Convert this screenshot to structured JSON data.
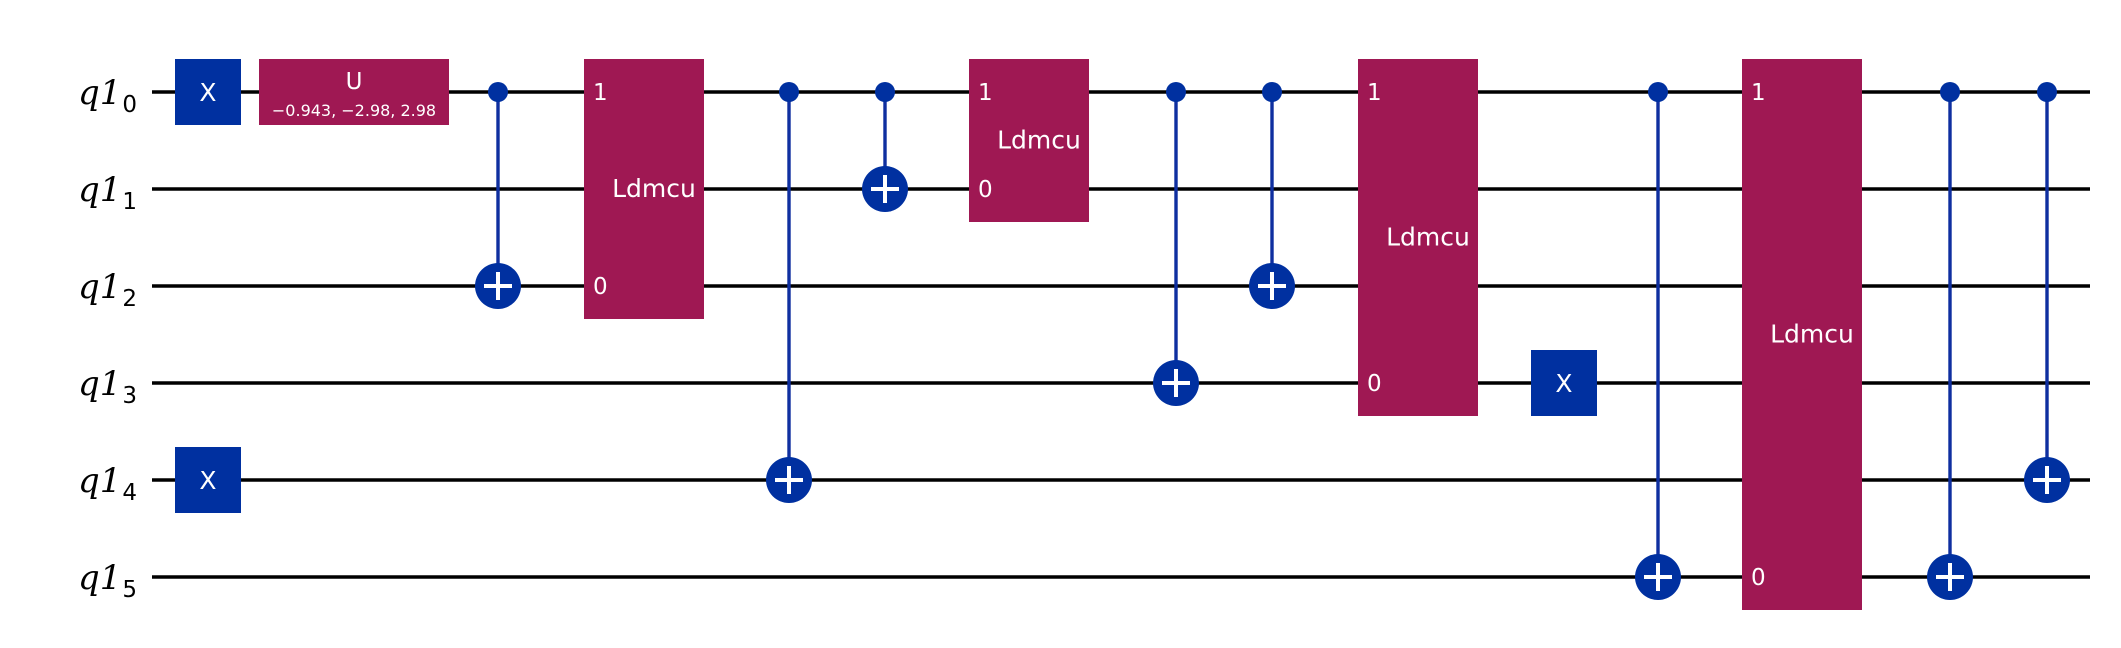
{
  "colors": {
    "wire": "#000000",
    "x_gate": "#0030a0",
    "u_gate": "#9f1853",
    "ldmcu_gate": "#9f1853",
    "cnot": "#0030a0",
    "gate_text": "#ffffff"
  },
  "qubits": [
    {
      "base": "q1",
      "sub": "0"
    },
    {
      "base": "q1",
      "sub": "1"
    },
    {
      "base": "q1",
      "sub": "2"
    },
    {
      "base": "q1",
      "sub": "3"
    },
    {
      "base": "q1",
      "sub": "4"
    },
    {
      "base": "q1",
      "sub": "5"
    }
  ],
  "gates": [
    {
      "type": "x",
      "label": "X",
      "qubit": 0,
      "col": 0
    },
    {
      "type": "x",
      "label": "X",
      "qubit": 4,
      "col": 0
    },
    {
      "type": "u",
      "label": "U",
      "params": "−0.943, −2.98, 2.98",
      "qubit": 0,
      "col": 1
    },
    {
      "type": "cx",
      "control": 0,
      "target": 2,
      "col": 2
    },
    {
      "type": "ldmcu",
      "label": "Ldmcu",
      "qubits": [
        0,
        2
      ],
      "port_labels": [
        "1",
        "0"
      ],
      "col": 3
    },
    {
      "type": "cx",
      "control": 0,
      "target": 4,
      "col": 4
    },
    {
      "type": "cx",
      "control": 0,
      "target": 1,
      "col": 5
    },
    {
      "type": "ldmcu",
      "label": "Ldmcu",
      "qubits": [
        0,
        1
      ],
      "port_labels": [
        "1",
        "0"
      ],
      "col": 6
    },
    {
      "type": "cx",
      "control": 0,
      "target": 3,
      "col": 7
    },
    {
      "type": "cx",
      "control": 0,
      "target": 2,
      "col": 8
    },
    {
      "type": "ldmcu",
      "label": "Ldmcu",
      "qubits": [
        0,
        3
      ],
      "port_labels": [
        "1",
        "0"
      ],
      "col": 9
    },
    {
      "type": "x",
      "label": "X",
      "qubit": 3,
      "col": 10
    },
    {
      "type": "cx",
      "control": 0,
      "target": 5,
      "col": 11
    },
    {
      "type": "ldmcu",
      "label": "Ldmcu",
      "qubits": [
        0,
        5
      ],
      "port_labels": [
        "1",
        "0"
      ],
      "col": 12
    },
    {
      "type": "cx",
      "control": 0,
      "target": 5,
      "col": 13
    },
    {
      "type": "cx",
      "control": 0,
      "target": 4,
      "col": 14
    }
  ]
}
